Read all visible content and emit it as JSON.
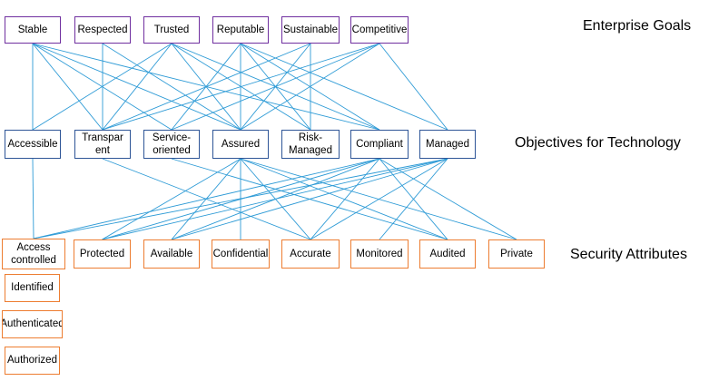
{
  "headings": {
    "goals": "Enterprise Goals",
    "objectives": "Objectives for Technology",
    "attributes": "Security Attributes"
  },
  "goals": [
    "Stable",
    "Respected",
    "Trusted",
    "Reputable",
    "Sustainable",
    "Competitive"
  ],
  "objectives": [
    "Accessible",
    "Transpar\nent",
    "Service-\noriented",
    "Assured",
    "Risk-\nManaged",
    "Compliant",
    "Managed"
  ],
  "attributes": [
    "Access\ncontrolled",
    "Protected",
    "Available",
    "Confidential",
    "Accurate",
    "Monitored",
    "Audited",
    "Private"
  ],
  "sub_attributes": [
    "Identified",
    "Authenticated",
    "Authorized"
  ],
  "colors": {
    "goal_border": "#7030a0",
    "objective_border": "#2e5597",
    "attribute_border": "#ed7d31",
    "connector": "#2e9bd6"
  },
  "goal_objective_links": [
    [
      0,
      0
    ],
    [
      0,
      1
    ],
    [
      0,
      2
    ],
    [
      0,
      3
    ],
    [
      0,
      5
    ],
    [
      1,
      1
    ],
    [
      1,
      3
    ],
    [
      2,
      0
    ],
    [
      2,
      1
    ],
    [
      2,
      3
    ],
    [
      2,
      4
    ],
    [
      2,
      5
    ],
    [
      3,
      2
    ],
    [
      3,
      3
    ],
    [
      3,
      4
    ],
    [
      3,
      5
    ],
    [
      3,
      6
    ],
    [
      4,
      1
    ],
    [
      4,
      3
    ],
    [
      4,
      4
    ],
    [
      5,
      1
    ],
    [
      5,
      2
    ],
    [
      5,
      3
    ],
    [
      5,
      6
    ]
  ],
  "objective_attribute_links": [
    [
      0,
      0
    ],
    [
      1,
      4
    ],
    [
      2,
      6
    ],
    [
      3,
      1
    ],
    [
      3,
      2
    ],
    [
      3,
      3
    ],
    [
      3,
      4
    ],
    [
      3,
      6
    ],
    [
      3,
      7
    ],
    [
      5,
      0
    ],
    [
      5,
      1
    ],
    [
      5,
      2
    ],
    [
      5,
      4
    ],
    [
      5,
      6
    ],
    [
      5,
      7
    ],
    [
      6,
      0
    ],
    [
      6,
      1
    ],
    [
      6,
      2
    ],
    [
      6,
      4
    ],
    [
      6,
      5
    ]
  ]
}
